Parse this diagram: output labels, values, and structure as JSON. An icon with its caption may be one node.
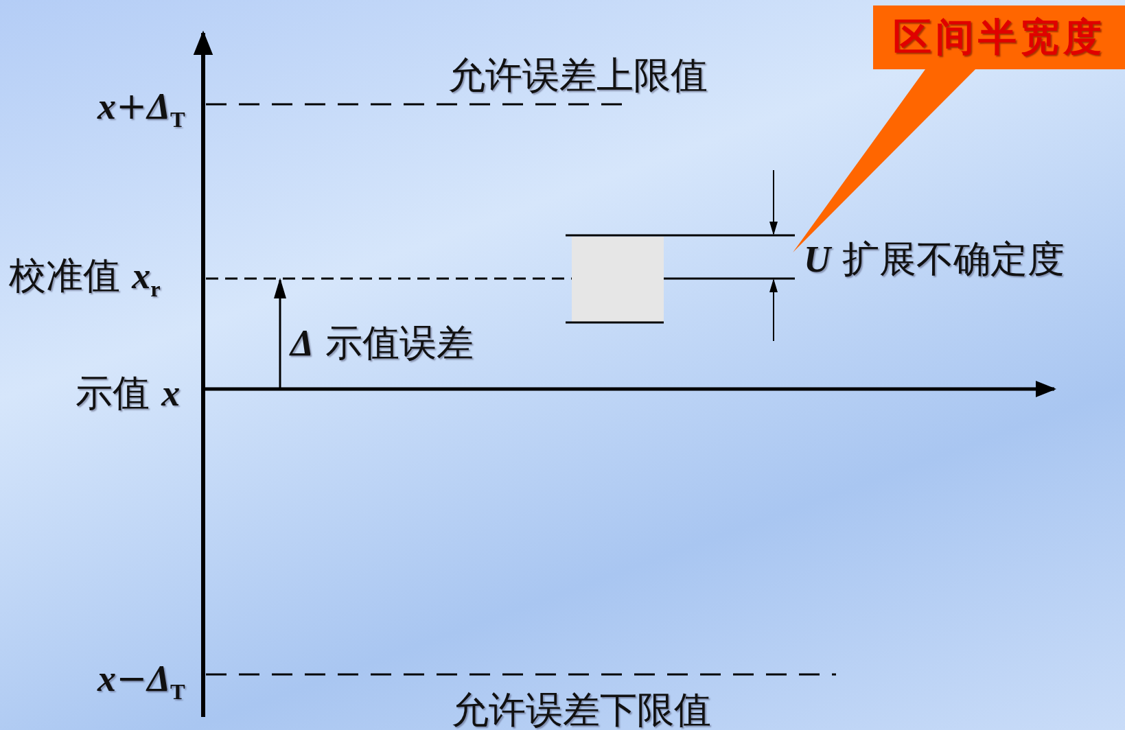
{
  "diagram": {
    "nodes": [
      {
        "text": [
          "区间半宽度"
        ]
      }
    ],
    "labels": [
      "*x*+*Δ*$_{T}$",
      "允许误差上限值",
      "校准值 *x*$_{r}$",
      "*U* 扩展不确定度",
      "*Δ* 示值误差",
      "示值 *x*",
      "*x*−*Δ*$_{T}$",
      "允许误差下限值"
    ]
  }
}
